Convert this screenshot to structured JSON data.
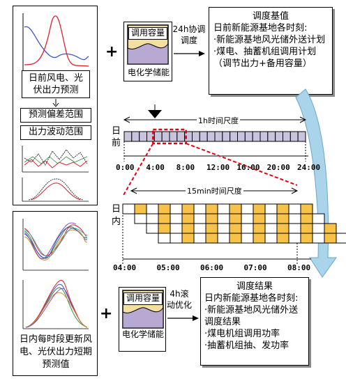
{
  "left_top": {
    "forecast_label": "日前风电、光伏出力预测",
    "range_label_1": "预测偏差范围",
    "range_label_2": "出力波动范围"
  },
  "left_bottom": {
    "label": "日内每时段更新风电、光伏出力短期预测值"
  },
  "storage_top": {
    "capacity_label": "调用容量",
    "name": "电化学储能",
    "arrow_label": "24h协调调度"
  },
  "storage_bottom": {
    "capacity_label": "调用容量",
    "name": "电化学储能",
    "arrow_label": "4h滚动优化"
  },
  "plus_sign": "+",
  "day_ahead": {
    "title": "调度基值",
    "line1": "日前新能源基地各时刻:",
    "line2": "·新能源基地风光储外送计划",
    "line3": "·煤电、抽蓄机组调用计划（调节出力+备用容量）"
  },
  "intraday": {
    "title": "调度结果",
    "line1": "日内新能源基地各时刻:",
    "line2": "·新能源基地风光储外送调度结果",
    "line3": "·煤电机组调用功率",
    "line4": "·抽蓄机组抽、发功率"
  },
  "timeline1": {
    "row_label": "日前",
    "scale_label": "1h时间尺度",
    "ticks": [
      "0:00",
      "4:00",
      "8:00",
      "12:00",
      "16:00",
      "20:00",
      "24:00"
    ]
  },
  "timeline2": {
    "row_label": "日内",
    "scale_label": "15min时间尺度",
    "ticks": [
      "04:00",
      "05:00",
      "06:00",
      "07:00",
      "08:00"
    ]
  },
  "colors": {
    "cell_purple": "#c9c3dd",
    "cell_yellow": "#f6c24a",
    "storage_fill": "#f3dfa0",
    "storage_wave": "#b7a9d1",
    "highlight_red": "#e60012",
    "arrow_blue": "#a9d4ea"
  }
}
